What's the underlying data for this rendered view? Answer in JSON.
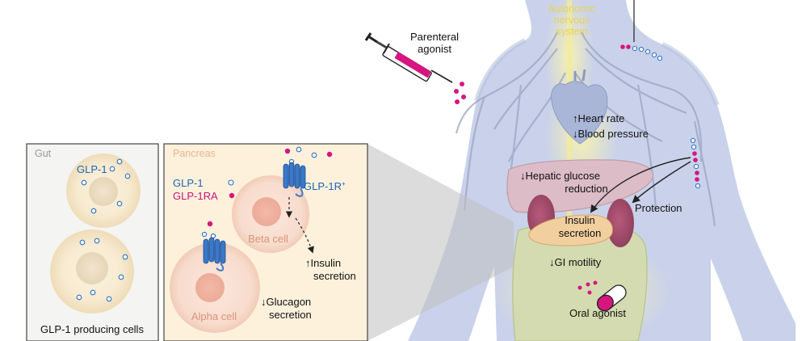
{
  "body_labels": {
    "ans_line1": "Autonomic",
    "ans_line2": "nervous",
    "ans_line3": "system",
    "parenteral_line1": "Parenteral",
    "parenteral_line2": "agonist",
    "heart_rate": "Heart rate",
    "blood_pressure": "Blood pressure",
    "hepatic_line1": "Hepatic glucose",
    "hepatic_line2": "reduction",
    "insulin_line1": "Insulin",
    "insulin_line2": "secretion",
    "protection": "Protection",
    "gi_motility": "GI motility",
    "oral_agonist": "Oral agonist"
  },
  "gut_panel": {
    "title": "Gut",
    "glp1_label": "GLP-1",
    "caption": "GLP-1 producing cells"
  },
  "pancreas_panel": {
    "title": "Pancreas",
    "legend_glp1": "GLP-1",
    "legend_glp1ra": "GLP-1RA",
    "receptor_label": "GLP-1R",
    "receptor_sup": "+",
    "beta_cell": "Beta cell",
    "alpha_cell": "Alpha cell",
    "insulin_line1": "Insulin",
    "insulin_line2": "secretion",
    "glucagon_line1": "Glucagon",
    "glucagon_line2": "secretion"
  },
  "symbols": {
    "up_arrow": "↑",
    "down_arrow": "↓"
  },
  "colors": {
    "glp1_ring": "#2a6fc0",
    "glp1ra_dot": "#d6157f",
    "body_fill": "#c9d2ea",
    "nerve_glow": "#f3ec9a",
    "receptor": "#3a78c9",
    "label_blue": "#1e64b4",
    "label_magenta": "#c8157a",
    "cell_text": "#d89477"
  }
}
